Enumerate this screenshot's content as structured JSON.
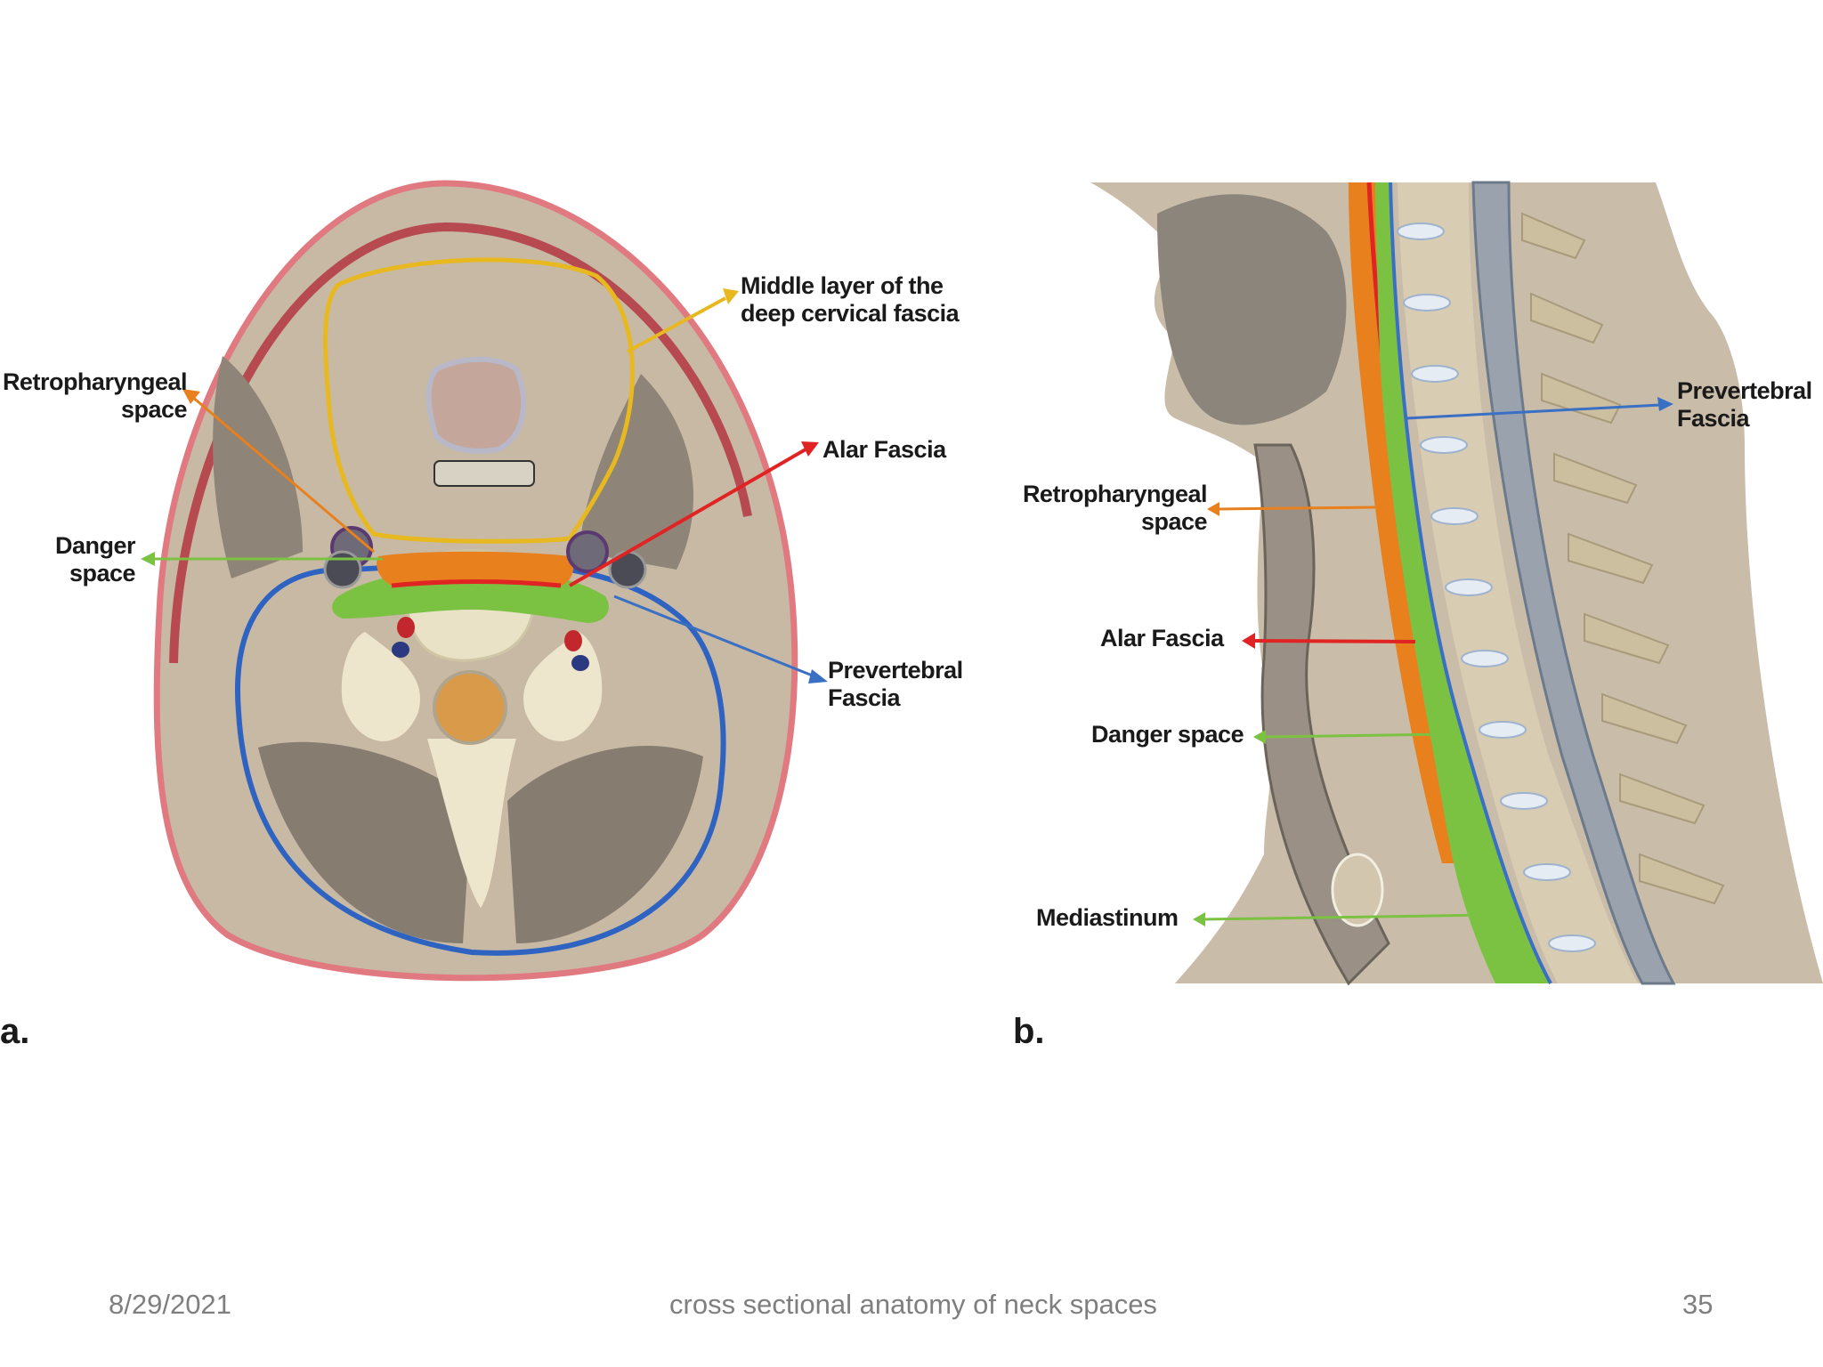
{
  "panel_a": {
    "tag": "a.",
    "labels": {
      "middle_layer": "Middle layer of the\ndeep cervical fascia",
      "retropharyngeal": "Retropharyngeal\nspace",
      "alar": "Alar Fascia",
      "danger": "Danger\nspace",
      "prevertebral": "Prevertebral\nFascia"
    }
  },
  "panel_b": {
    "tag": "b.",
    "labels": {
      "prevertebral": "Prevertebral\nFascia",
      "retropharyngeal": "Retropharyngeal\nspace",
      "alar": "Alar Fascia",
      "danger": "Danger space",
      "mediastinum": "Mediastinum"
    }
  },
  "footer": {
    "date": "8/29/2021",
    "title": "cross sectional anatomy of neck spaces",
    "page": "35"
  },
  "colors": {
    "middle_layer": "#e8b820",
    "retropharyngeal": "#e8801e",
    "alar": "#e02424",
    "danger": "#7cc242",
    "prevertebral": "#3a70c4",
    "skin": "#e07a80",
    "tissue": "#c9bba7",
    "muscle": "#9a9085",
    "bone": "#f0ead2"
  }
}
